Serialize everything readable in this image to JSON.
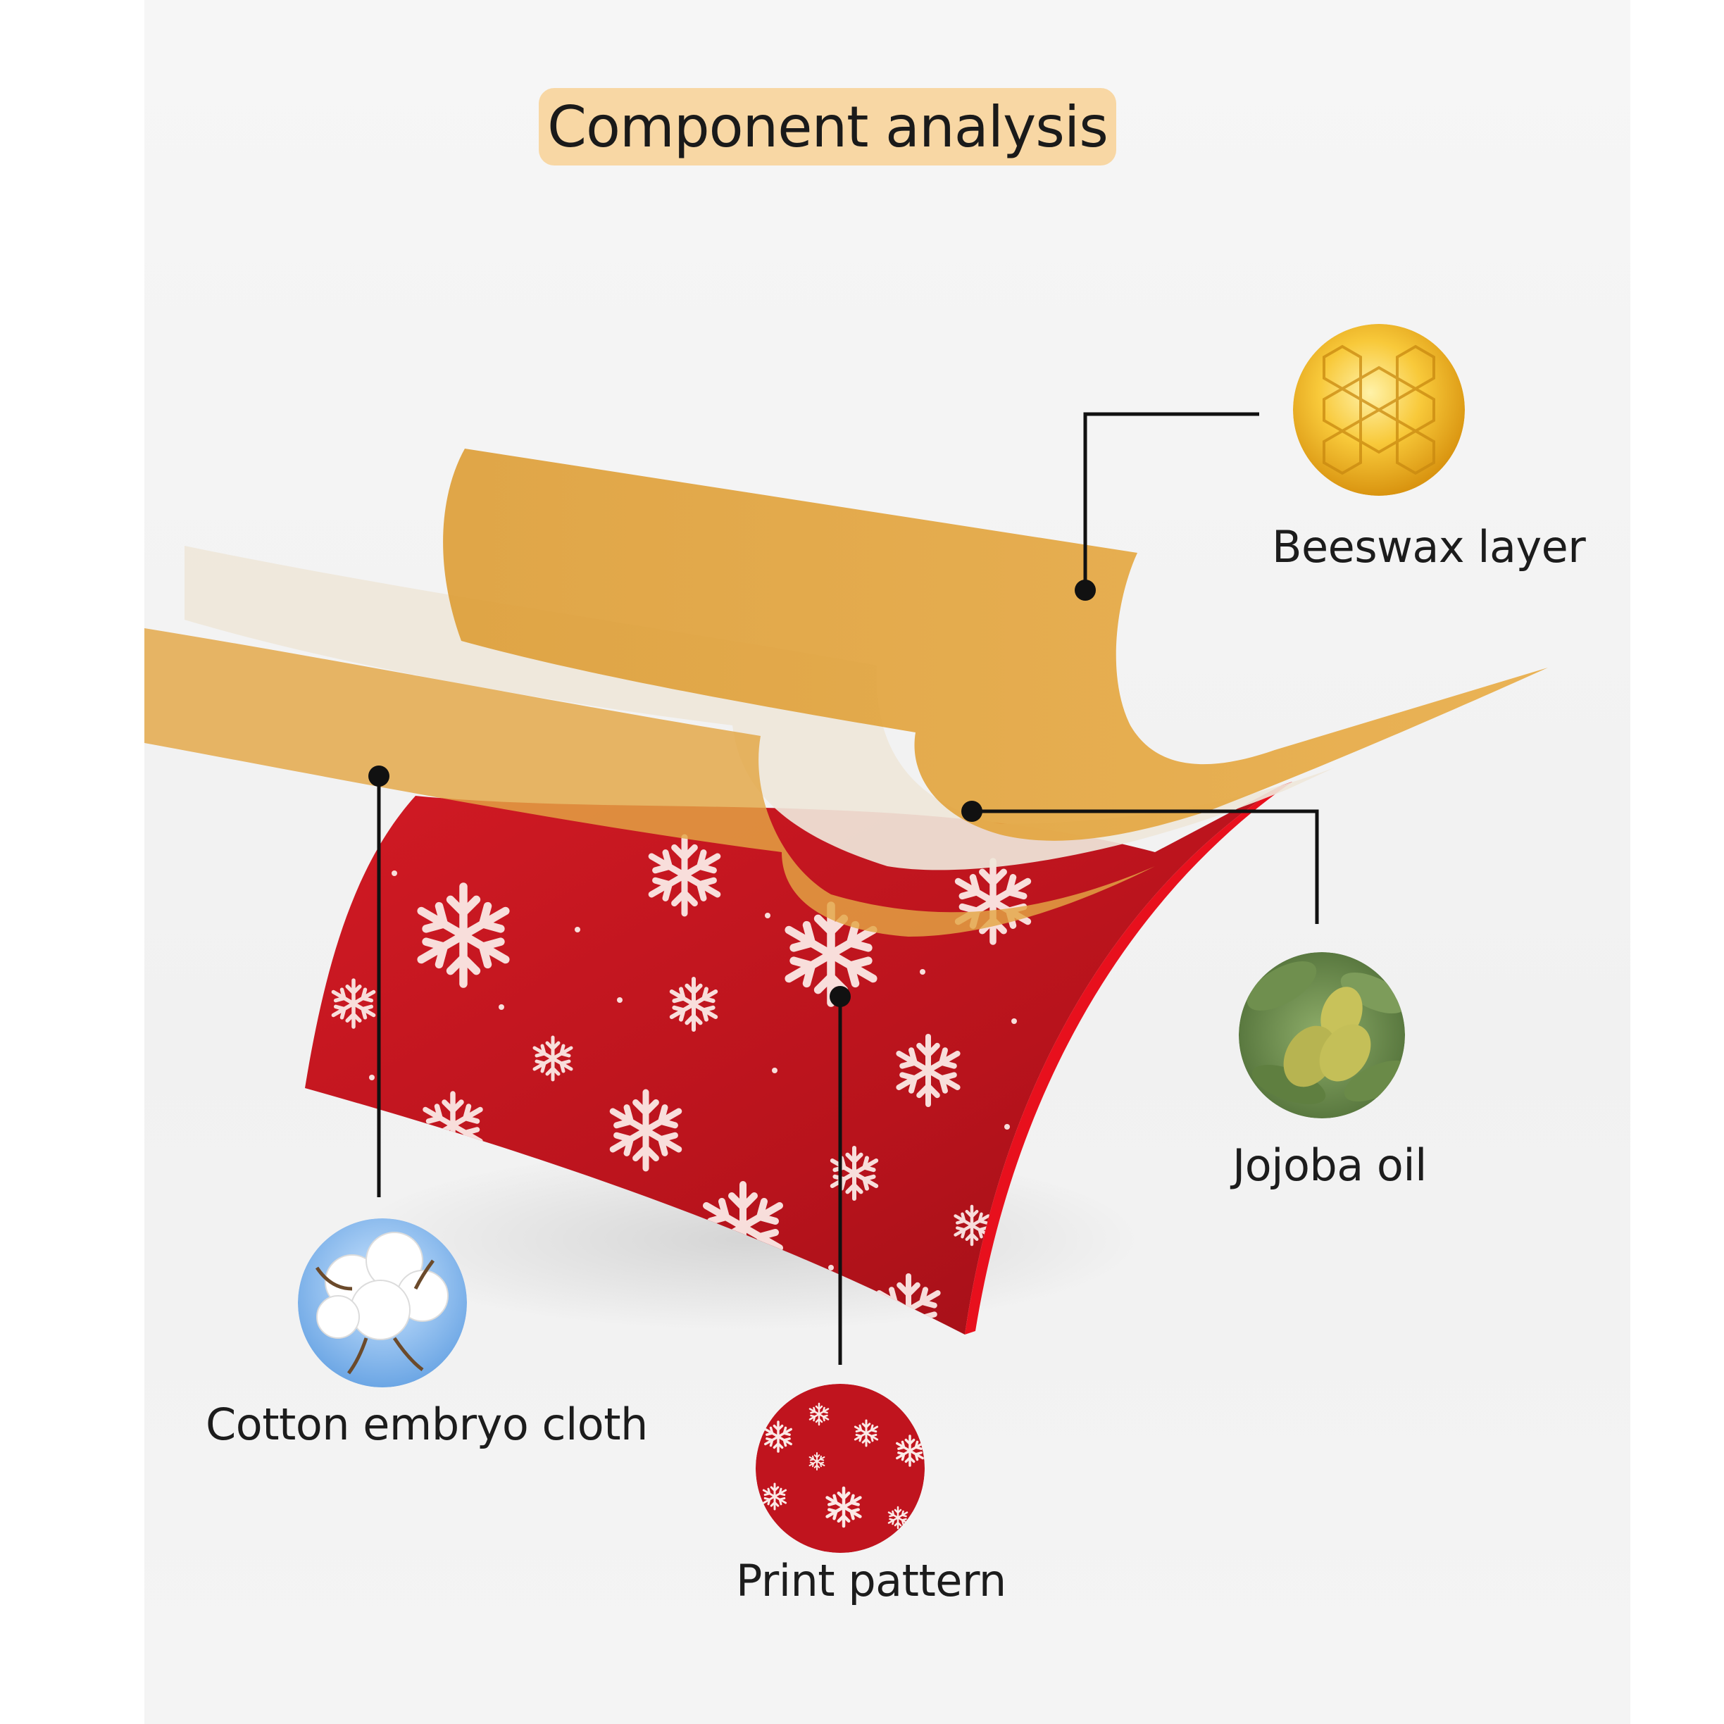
{
  "title": "Component analysis",
  "components": {
    "beeswax": {
      "label": "Beeswax layer",
      "icon": "honeycomb-icon"
    },
    "jojoba": {
      "label": "Jojoba oil",
      "icon": "jojoba-fruit-icon"
    },
    "cotton": {
      "label": "Cotton embryo cloth",
      "icon": "cotton-boll-icon"
    },
    "print": {
      "label": "Print pattern",
      "icon": "snowflake-print-icon"
    }
  },
  "colors": {
    "title_background": "#f8d7a4",
    "beeswax_sheet": "#e3a644",
    "oil_sheet": "#efe7da",
    "fabric_red": "#c0141e",
    "snowflake": "#fbe9e6",
    "leader_line": "#111111"
  }
}
